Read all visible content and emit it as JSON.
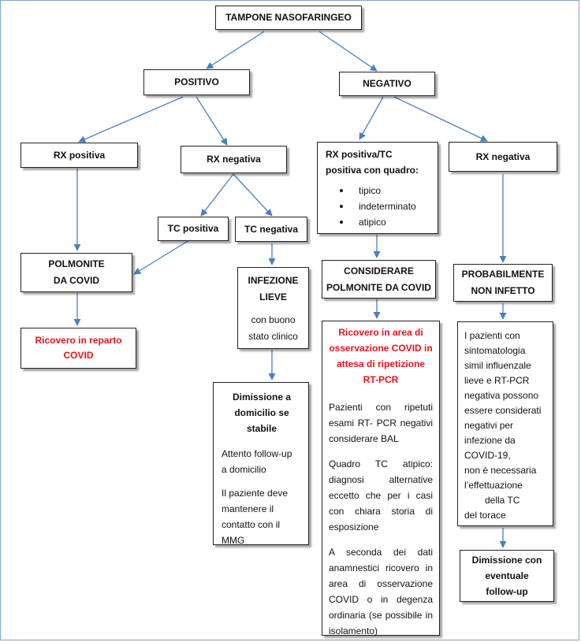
{
  "colors": {
    "arrow": "#4a7fbf",
    "red_text": "#e8141c",
    "frame": "#7fa7cf"
  },
  "nodes": {
    "tampone": "TAMPONE NASOFARINGEO",
    "positivo": "POSITIVO",
    "negativo": "NEGATIVO",
    "rx_positiva": "RX positiva",
    "rx_negativa_pos": "RX negativa",
    "tc_positiva": "TC positiva",
    "tc_negativa": "TC negativa",
    "polmonite_l1": "POLMONITE",
    "polmonite_l2": "DA COVID",
    "ricovero_reparto_l1": "Ricovero in reparto",
    "ricovero_reparto_l2": "COVID",
    "infezione_l1": "INFEZIONE",
    "infezione_l2": "LIEVE",
    "infezione_sub_l1": "con buono",
    "infezione_sub_l2": "stato clinico",
    "dimissione_l1": "Dimissione a",
    "dimissione_l2": "domicilio se",
    "dimissione_l3": "stabile",
    "dimissione_p1_l1": "Attento follow-up",
    "dimissione_p1_l2": "a domicilio",
    "dimissione_p2_l1": "Il paziente deve",
    "dimissione_p2_l2": "mantenere il",
    "dimissione_p2_l3": "contatto con il",
    "dimissione_p2_l4": "MMG",
    "rx_tc_l1": "RX positiva/TC",
    "rx_tc_l2": "positiva con quadro:",
    "rx_tc_items": [
      "tipico",
      "indeterminato",
      "atipico"
    ],
    "considerare_l1": "CONSIDERARE",
    "considerare_l2": "POLMONITE DA COVID",
    "osserv_l1": "Ricovero in area di",
    "osserv_l2": "osservazione COVID in",
    "osserv_l3": "attesa di ripetizione",
    "osserv_l4": "RT-PCR",
    "osserv_p1": "Pazienti con ripetuti esami RT- PCR negativi considerare BAL",
    "osserv_p2": "Quadro TC atipico: diagnosi alternative eccetto che per i casi con chiara storia di esposizione",
    "osserv_p3": "A seconda dei dati anamnestici ricovero in area di osservazione COVID o in degenza ordinaria (se possibile in isolamento)",
    "rx_negativa_neg": "RX negativa",
    "probabilmente_l1": "PROBABILMENTE",
    "probabilmente_l2": "NON INFETTO",
    "ipazienti_lines": [
      "I pazienti con",
      "sintomatologia",
      "simil influenzale",
      "lieve e RT-PCR",
      "negativa possono",
      "essere considerati",
      "negativi per",
      "infezione da",
      "COVID-19,",
      "non è necessaria",
      "l’effettuazione",
      "della TC",
      "del torace"
    ],
    "dimissione_eventuale_l1": "Dimissione con",
    "dimissione_eventuale_l2": "eventuale",
    "dimissione_eventuale_l3": "follow-up"
  }
}
